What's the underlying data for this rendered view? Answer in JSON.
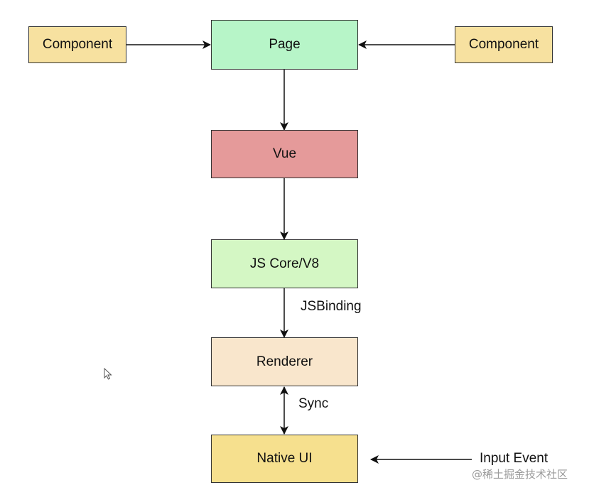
{
  "colors": {
    "component_fill": "#f7e1a0",
    "page_fill": "#b7f5c8",
    "vue_fill": "#e59a9a",
    "jscore_fill": "#d4f7c4",
    "renderer_fill": "#f9e6cc",
    "native_fill": "#f6e08e",
    "stroke": "#333333",
    "arrow": "#111111"
  },
  "nodes": {
    "component_left": "Component",
    "component_right": "Component",
    "page": "Page",
    "vue": "Vue",
    "jscore": "JS Core/V8",
    "renderer": "Renderer",
    "native_ui": "Native UI"
  },
  "edges": {
    "jsbinding": "JSBinding",
    "sync": "Sync"
  },
  "input_event": "Input Event",
  "watermark": "@稀土掘金技术社区",
  "cursor_icon": "mouse-pointer-icon"
}
